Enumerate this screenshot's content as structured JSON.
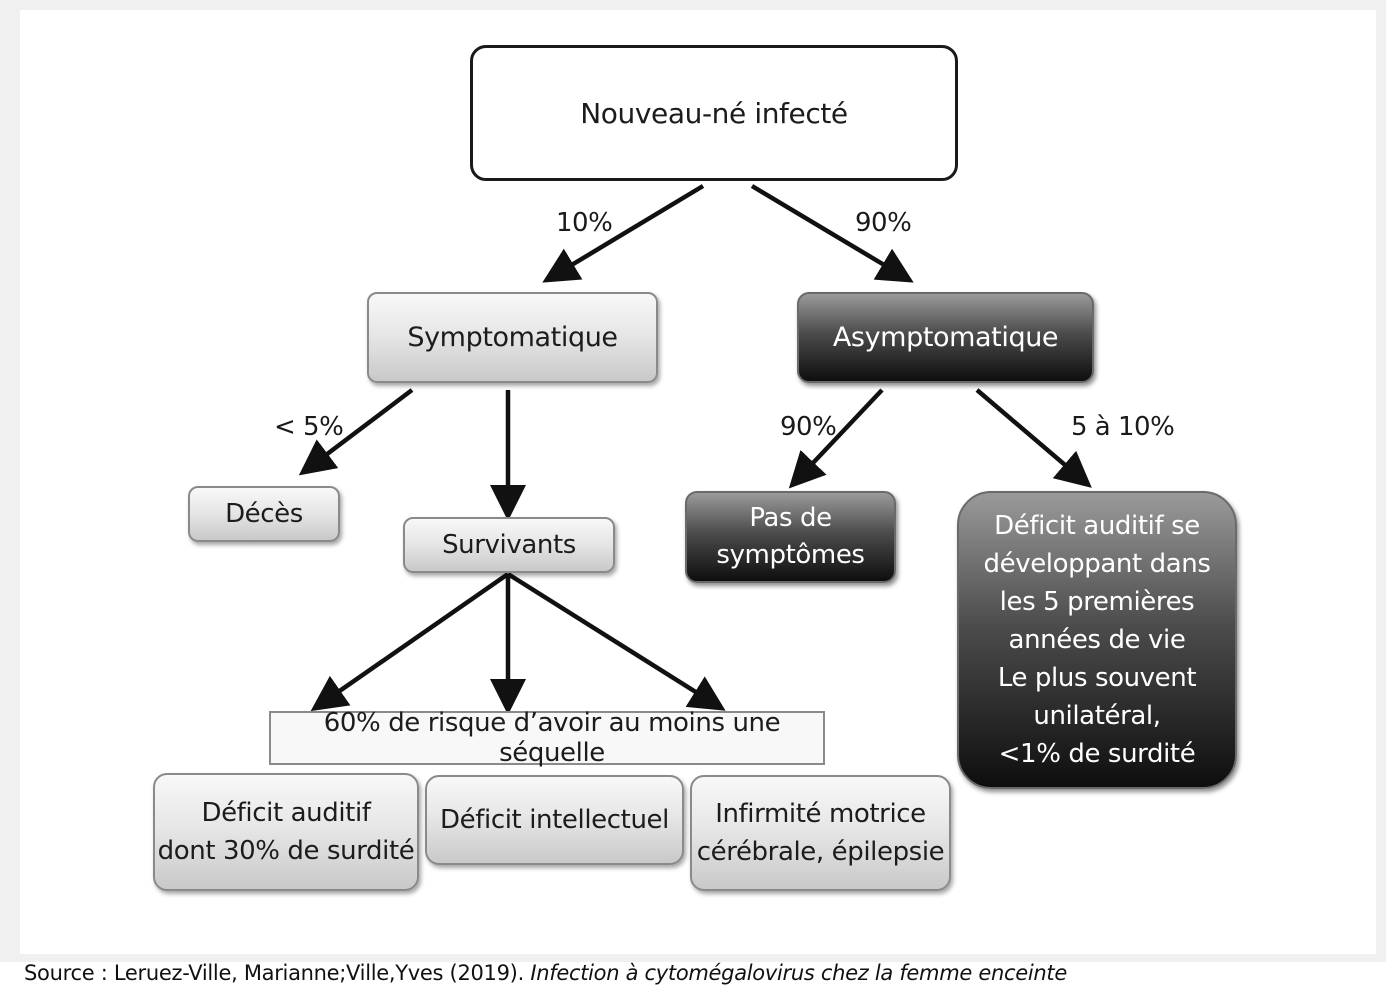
{
  "diagram": {
    "root": "Nouveau-né infecté",
    "symptomatic": {
      "label": "Symptomatique",
      "share": "10%",
      "death_share": "< 5%",
      "death": "Décès",
      "survivors": "Survivants",
      "risk": "60% de risque d’avoir au moins une séquelle",
      "sequelae": [
        "Déficit auditif\ndont 30% de surdité",
        "Déficit intellectuel",
        "Infirmité motrice\ncérébrale, épilepsie"
      ]
    },
    "asymptomatic": {
      "label": "Asymptomatique",
      "share": "90%",
      "no_symptoms_share": "90%",
      "no_symptoms": "Pas de\nsymptômes",
      "hearing_share": "5 à 10%",
      "hearing": "Déficit auditif se\ndéveloppant dans\nles 5 premières\nannées de vie\nLe plus souvent\nunilatéral,\n<1% de surdité"
    }
  },
  "source": {
    "prefix": "Source : Leruez-Ville, Marianne;Ville,Yves (2019). ",
    "title": "Infection à cytomégalovirus chez la femme enceinte"
  },
  "colors": {
    "arrow": "#111111",
    "dark_box": "#1a1a1a",
    "light_box": "#e6e6e6"
  }
}
